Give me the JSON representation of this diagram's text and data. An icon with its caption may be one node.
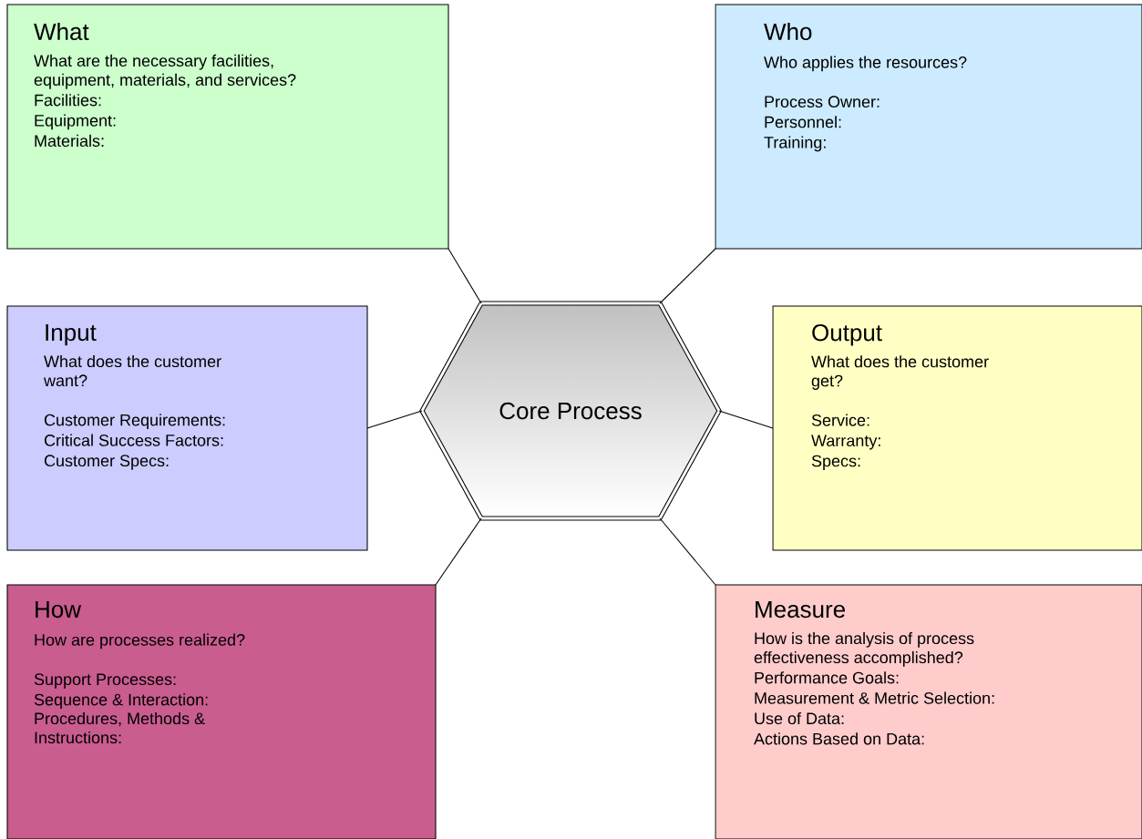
{
  "diagram": {
    "nodes": [
      {
        "text": [
          "What",
          "What are the necessary facilities, equipment, materials, and services?",
          "Facilities:",
          "Equipment:",
          "Materials:"
        ]
      },
      {
        "text": [
          "Who",
          "Who applies the resources?",
          "Process Owner:",
          "Personnel:",
          "Training:"
        ]
      },
      {
        "text": [
          "Input",
          "What does the customer want?",
          "Customer Requirements:",
          "Critical Success Factors:",
          "Customer Specs:"
        ]
      },
      {
        "text": [
          "Core Process"
        ]
      },
      {
        "text": [
          "Output",
          "What does the customer get?",
          "Service:",
          "Warranty:",
          "Specs:"
        ]
      },
      {
        "text": [
          "How",
          "How are processes realized?",
          "Support Processes:",
          "Sequence & Interaction:",
          "Procedures, Methods & Instructions:"
        ]
      },
      {
        "text": [
          "Measure",
          "How is the analysis of process effectiveness accomplished?",
          "Performance Goals:",
          "Measurement & Metric Selection:",
          "Use of Data:",
          "Actions Based on Data:"
        ]
      }
    ],
    "edges": [
      {
        "from": 3,
        "to": 0,
        "arrow": "none"
      },
      {
        "from": 3,
        "to": 1,
        "arrow": "none"
      },
      {
        "from": 3,
        "to": 2,
        "arrow": "none"
      },
      {
        "from": 3,
        "to": 4,
        "arrow": "none"
      },
      {
        "from": 3,
        "to": 5,
        "arrow": "none"
      },
      {
        "from": 3,
        "to": 6,
        "arrow": "none"
      }
    ]
  }
}
